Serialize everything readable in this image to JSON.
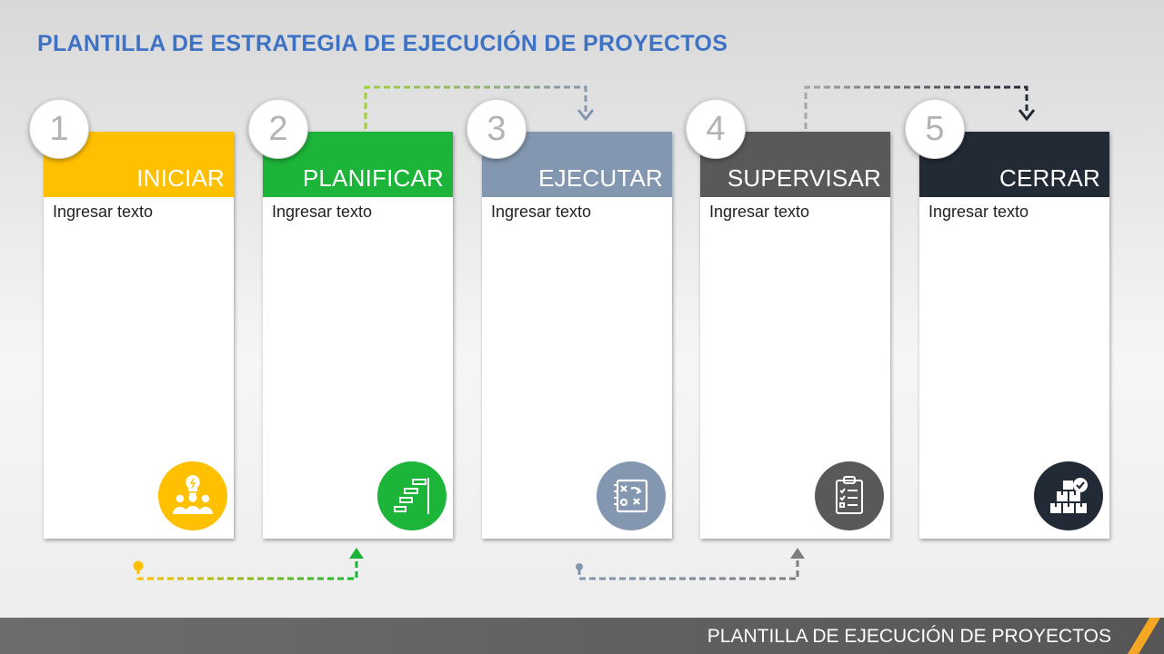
{
  "title": "PLANTILLA DE ESTRATEGIA DE EJECUCIÓN DE PROYECTOS",
  "footer": "PLANTILLA DE EJECUCIÓN DE PROYECTOS",
  "colors": {
    "title": "#3d72c4",
    "accent": "#f5a623",
    "iniciar": "#ffc000",
    "planificar": "#1db43a",
    "ejecutar": "#8497b0",
    "supervisar": "#595959",
    "cerrar": "#222a35"
  },
  "steps": [
    {
      "number": "1",
      "label": "INICIAR",
      "text": "Ingresar texto",
      "icon": "team-idea-icon"
    },
    {
      "number": "2",
      "label": "PLANIFICAR",
      "text": "Ingresar texto",
      "icon": "gantt-chart-icon"
    },
    {
      "number": "3",
      "label": "EJECUTAR",
      "text": "Ingresar texto",
      "icon": "strategy-board-icon"
    },
    {
      "number": "4",
      "label": "SUPERVISAR",
      "text": "Ingresar texto",
      "icon": "clipboard-checklist-icon"
    },
    {
      "number": "5",
      "label": "CERRAR",
      "text": "Ingresar texto",
      "icon": "boxes-check-icon"
    }
  ]
}
